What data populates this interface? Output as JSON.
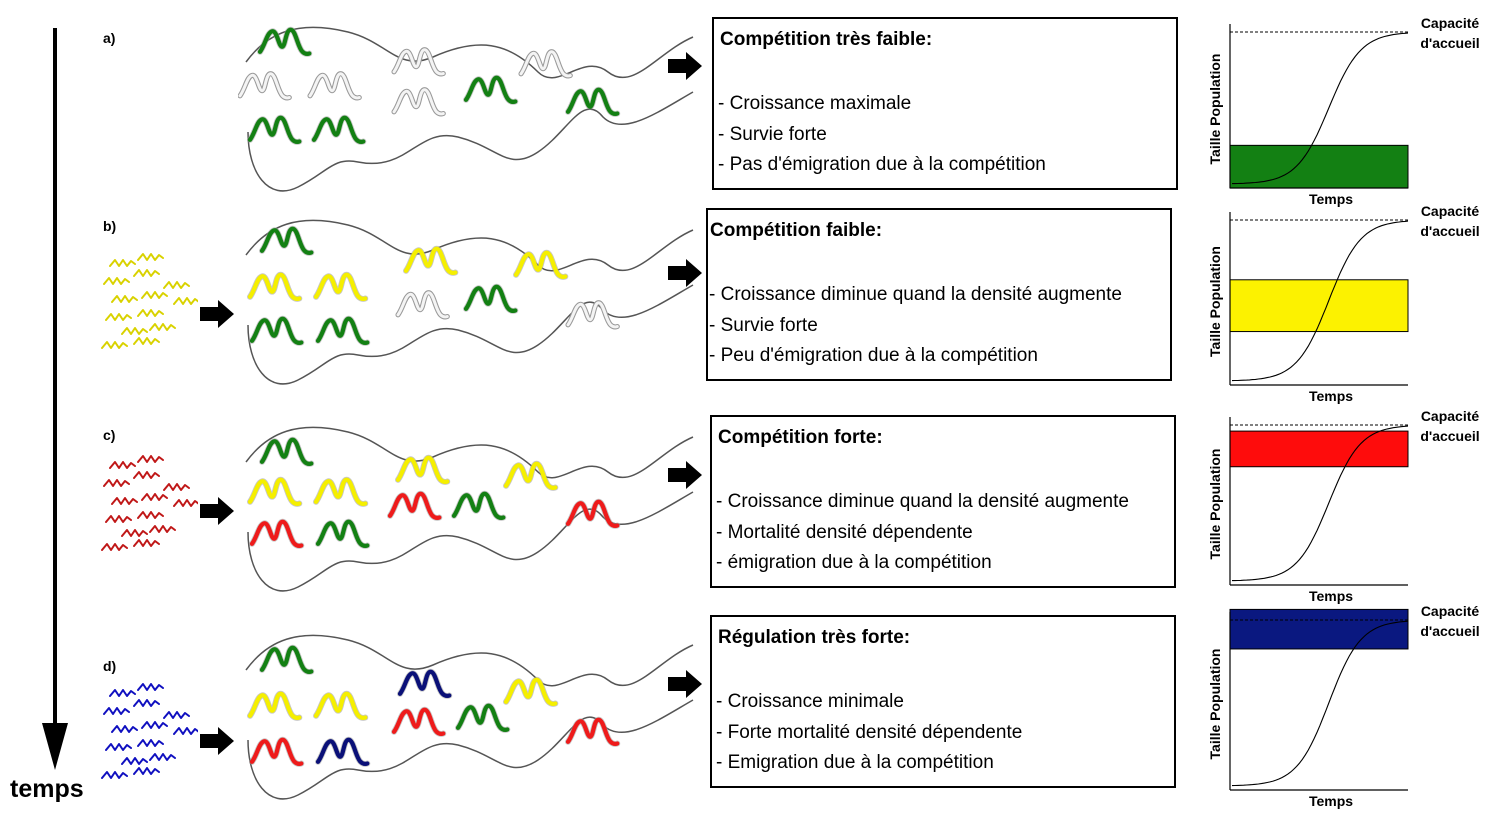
{
  "time_axis_label": "temps",
  "colors": {
    "green": "#138013",
    "yellow": "#f5ef00",
    "red": "#ee1b1b",
    "blue": "#0a1078",
    "faded": "#cccccc",
    "box_green": "#138013",
    "box_yellow": "#fcf200",
    "box_red": "#fe0c0c",
    "box_blue": "#0a1880"
  },
  "rows": [
    {
      "label": "a)",
      "title": "Compétition très faible:",
      "items": [
        "- Croissance maximale",
        "- Survie forte",
        "- Pas d'émigration due à la compétition"
      ],
      "chart": {
        "ylabel": "Taille Population",
        "xlabel": "Temps",
        "capacity_label_1": "Capacité",
        "capacity_label_2": "d'accueil",
        "band_color": "green",
        "band_range": [
          0.0,
          0.27
        ]
      }
    },
    {
      "label": "b)",
      "title": "Compétition faible:",
      "items": [
        "- Croissance diminue quand la densité augmente",
        "- Survie forte",
        "- Peu d'émigration due à la compétition"
      ],
      "chart": {
        "ylabel": "Taille Population",
        "xlabel": "Temps",
        "capacity_label_1": "Capacité",
        "capacity_label_2": "d'accueil",
        "band_color": "yellow",
        "band_range": [
          0.32,
          0.63
        ]
      }
    },
    {
      "label": "c)",
      "title": "Compétition forte:",
      "items": [
        "- Croissance diminue quand la densité augmente",
        "- Mortalité densité dépendente",
        "- émigration due à la compétition"
      ],
      "chart": {
        "ylabel": "Taille Population",
        "xlabel": "Temps",
        "capacity_label_1": "Capacité",
        "capacity_label_2": "d'accueil",
        "band_color": "red",
        "band_range": [
          0.73,
          0.95
        ]
      }
    },
    {
      "label": "d)",
      "title": "Régulation très forte:",
      "items": [
        "- Croissance minimale",
        "- Forte mortalité densité dépendente",
        "- Emigration due à la compétition"
      ],
      "chart": {
        "ylabel": "Taille Population",
        "xlabel": "Temps",
        "capacity_label_1": "Capacité",
        "capacity_label_2": "d'accueil",
        "band_color": "blue",
        "band_range": [
          0.82,
          1.05
        ]
      }
    }
  ]
}
